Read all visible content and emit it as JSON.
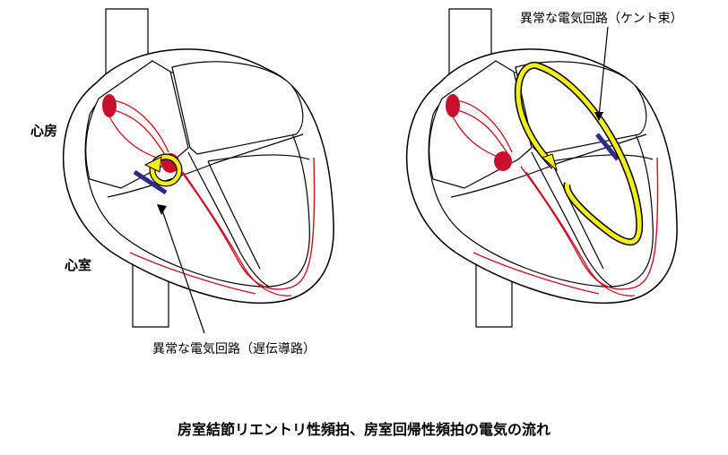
{
  "labels": {
    "atrium": "心房",
    "ventricle": "心室",
    "annotation_left": "異常な電気回路（遅伝導路）",
    "annotation_right": "異常な電気回路（ケント束）"
  },
  "caption": "房室結節リエントリ性頻拍、房室回帰性頻拍の電気の流れ",
  "colors": {
    "outline": "#000000",
    "conduction": "#cc1122",
    "node": "#c8102e",
    "pathway": "#2b2b8c",
    "arrow_fill": "#f2ee1a",
    "arrow_stroke": "#000000"
  },
  "icons": {
    "left": "avnrt-heart-diagram",
    "right": "avrt-heart-diagram"
  }
}
